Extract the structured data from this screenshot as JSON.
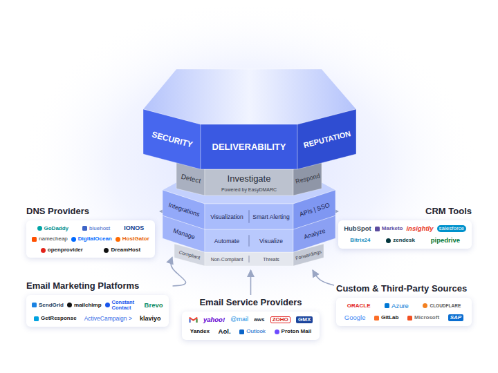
{
  "diagram": {
    "nodes": [
      {
        "text": [
          "SECURITY",
          "DELIVERABILITY",
          "REPUTATION"
        ]
      },
      {
        "text": [
          "Detect",
          "Investigate",
          "Powered by EasyDMARC",
          "Respond"
        ]
      },
      {
        "text": [
          "Integrations",
          "Visualization",
          "Smart Alerting",
          "APIs | SSO"
        ]
      },
      {
        "text": [
          "Manage",
          "Automate",
          "Visualize",
          "Analyze"
        ]
      },
      {
        "text": [
          "Compliant",
          "Non-Compliant",
          "Threats",
          "Forwardings"
        ]
      },
      {
        "text": [
          "DNS Providers",
          "GoDaddy",
          "bluehost",
          "IONOS",
          "namecheap",
          "DigitalOcean",
          "HostGator",
          "openprovider",
          "DreamHost"
        ]
      },
      {
        "text": [
          "Email Marketing Platforms",
          "SendGrid",
          "mailchimp",
          "Constant Contact",
          "Brevo",
          "GetResponse",
          "ActiveCampaign >",
          "klaviyo"
        ]
      },
      {
        "text": [
          "Email Service Providers",
          "yahoo!",
          "@mail",
          "aws",
          "ZOHO",
          "GMX",
          "Yandex",
          "Aol.",
          "Outlook",
          "Proton Mail"
        ]
      },
      {
        "text": [
          "CRM Tools",
          "HubSpot",
          "Marketo",
          "insightly",
          "salesforce",
          "Bitrix24",
          "zendesk",
          "pipedrive"
        ]
      },
      {
        "text": [
          "Custom & Third-Party Sources",
          "ORACLE",
          "Azure",
          "CLOUDFLARE",
          "Google",
          "GitLab",
          "Microsoft",
          "SAP"
        ]
      }
    ],
    "edges": [
      {
        "from": 5,
        "to": 2,
        "arrow": "to"
      },
      {
        "from": 6,
        "to": 4,
        "arrow": "to"
      },
      {
        "from": 7,
        "to": 4,
        "arrow": "to"
      },
      {
        "from": 8,
        "to": 2,
        "arrow": "to"
      },
      {
        "from": 9,
        "to": 4,
        "arrow": "to"
      }
    ]
  }
}
